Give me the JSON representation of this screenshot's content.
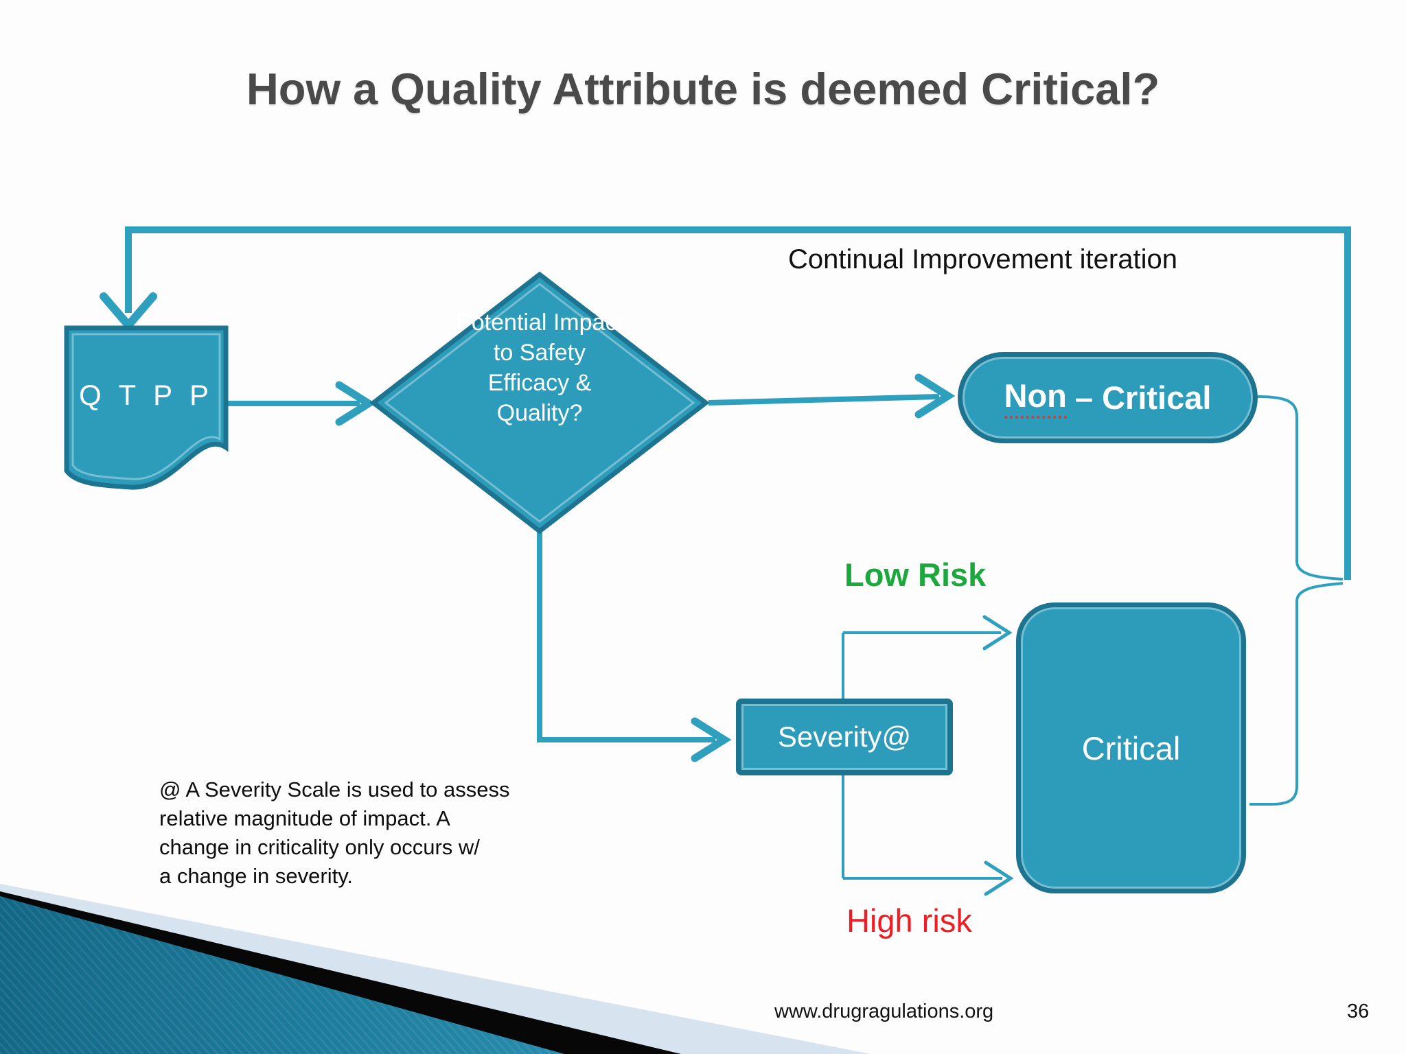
{
  "slide": {
    "title": "How a Quality Attribute is deemed Critical?",
    "loop_label": "Continual Improvement iteration",
    "nodes": {
      "qtpp": "Q T P P",
      "decision": "Potential Impact to Safety Efficacy & Quality?",
      "non_critical_word1": "Non",
      "non_critical_rest": "– Critical",
      "severity": "Severity@",
      "critical": "Critical"
    },
    "labels": {
      "low_risk": "Low Risk",
      "high_risk": "High risk"
    },
    "note_lines": {
      "0": "@ A Severity Scale is used to assess",
      "1": "relative magnitude of impact. A",
      "2": "change in criticality only occurs w/",
      "3": "a change in severity."
    },
    "footer": {
      "website": "www.drugragulations.org",
      "page_number": "36"
    },
    "colors": {
      "shape_fill": "#2d9cbb",
      "shape_border": "#1d7490",
      "connector": "#2f9fbe",
      "low_risk_green": "#1ca83c",
      "high_risk_red": "#ee1c23",
      "title_gray": "#4a4a4a",
      "decor_gray": "#d7e4ef",
      "decor_black": "#070707"
    }
  }
}
